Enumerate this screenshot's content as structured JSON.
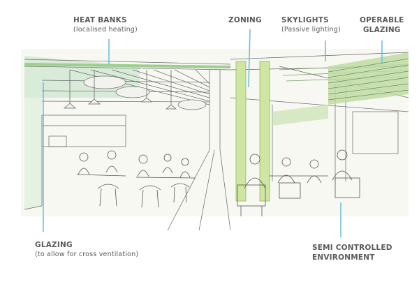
{
  "annotations": [
    {
      "id": "heat-banks",
      "title": "HEAT BANKS",
      "subtitle": "(localised heating)"
    },
    {
      "id": "zoning",
      "title": "ZONING",
      "subtitle": ""
    },
    {
      "id": "skylights",
      "title": "SKYLIGHTS",
      "subtitle": "(Passive lighting)"
    },
    {
      "id": "operable-glazing",
      "title": "OPERABLE",
      "subtitle": "GLAZING"
    },
    {
      "id": "glazing",
      "title": "GLAZING",
      "subtitle": "(to allow for cross ventilation)"
    },
    {
      "id": "semi-controlled",
      "title": "SEMI CONTROLLED",
      "subtitle": "ENVIRONMENT"
    }
  ],
  "colors": {
    "label_text": "#5a5a5a",
    "leader_line": "#6fc0d8",
    "highlight_green": "#b9dba0",
    "zoning_green": "#c8e39a",
    "sketch_ink": "#555555"
  }
}
